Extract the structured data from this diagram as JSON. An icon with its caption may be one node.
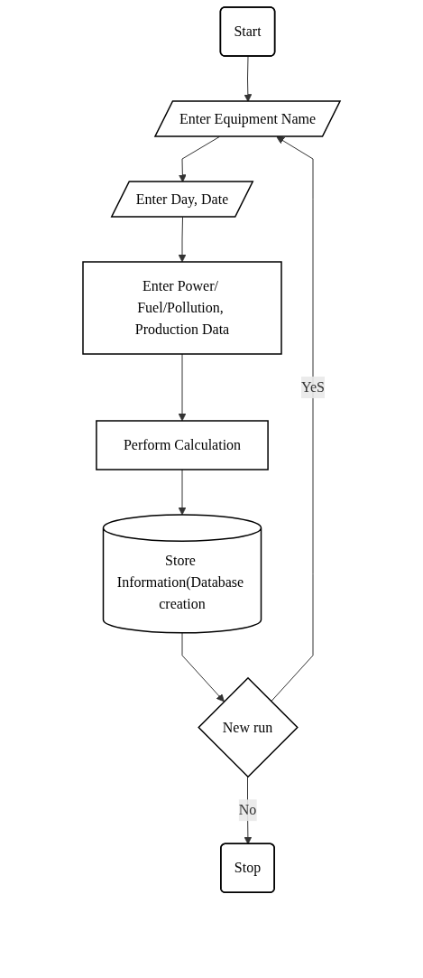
{
  "diagram": {
    "nodes": [
      {
        "text": [
          "Start"
        ]
      },
      {
        "text": [
          "Enter Equipment Name"
        ]
      },
      {
        "text": [
          "Enter Day, Date"
        ]
      },
      {
        "text": [
          "Enter Power/ Fuel/Pollution, Production Data"
        ]
      },
      {
        "text": [
          "Perform Calculation"
        ]
      },
      {
        "text": [
          "Store Information(Database creation"
        ]
      },
      {
        "text": [
          "New run"
        ]
      },
      {
        "text": [
          "Stop"
        ]
      }
    ],
    "edges": [
      {
        "from": 0,
        "to": 1,
        "arrow": "to"
      },
      {
        "from": 1,
        "to": 2,
        "arrow": "to"
      },
      {
        "from": 2,
        "to": 3,
        "arrow": "to"
      },
      {
        "from": 3,
        "to": 4,
        "arrow": "to"
      },
      {
        "from": 4,
        "to": 5,
        "arrow": "to"
      },
      {
        "from": 5,
        "to": 6,
        "arrow": "to"
      },
      {
        "from": 6,
        "to": 1,
        "label": "YeS",
        "arrow": "to"
      },
      {
        "from": 6,
        "to": 7,
        "label": "No",
        "arrow": "to"
      }
    ]
  }
}
